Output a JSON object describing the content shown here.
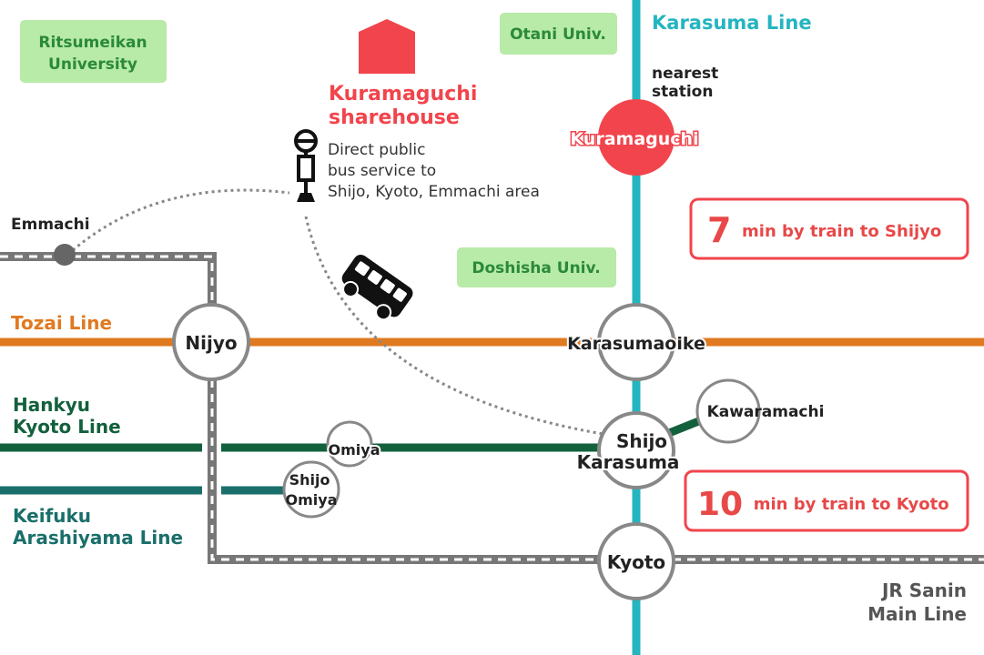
{
  "colors": {
    "karasuma": "#24b5c0",
    "tozai": "#e07a20",
    "hankyu": "#13603c",
    "keifuku": "#1a6f6a",
    "jr": "#777777",
    "highlight": "#f2444c",
    "university_bg": "#b8eaa8",
    "university_text": "#2a8a3a"
  },
  "lines": {
    "karasuma": "Karasuma Line",
    "tozai": "Tozai Line",
    "hankyu": [
      "Hankyu",
      "Kyoto Line"
    ],
    "keifuku": [
      "Keifuku",
      "Arashiyama Line"
    ],
    "jr": [
      "JR Sanin",
      "Main Line"
    ]
  },
  "stations": {
    "emmachi": "Emmachi",
    "nijyo": "Nijyo",
    "karasumaoike": "Karasumaoike",
    "shijo_karasuma": [
      "Shijo",
      "Karasuma"
    ],
    "kawaramachi": "Kawaramachi",
    "omiya": "Omiya",
    "shijo_omiya": [
      "Shijo",
      "Omiya"
    ],
    "kyoto": "Kyoto",
    "kuramaguchi": "Kuramaguchi"
  },
  "nearest_station": [
    "nearest",
    "station"
  ],
  "sharehouse": [
    "Kuramaguchi",
    "sharehouse"
  ],
  "bus_info": [
    "Direct public",
    "bus service to",
    "Shijo, Kyoto, Emmachi area"
  ],
  "universities": {
    "ritsumeikan": [
      "Ritsumeikan",
      "University"
    ],
    "otani": "Otani Univ.",
    "doshisha": "Doshisha Univ."
  },
  "info_boxes": {
    "shijyo": {
      "number": "7",
      "text": "min by train to Shijyo"
    },
    "kyoto": {
      "number": "10",
      "text": "min by train to Kyoto"
    }
  }
}
